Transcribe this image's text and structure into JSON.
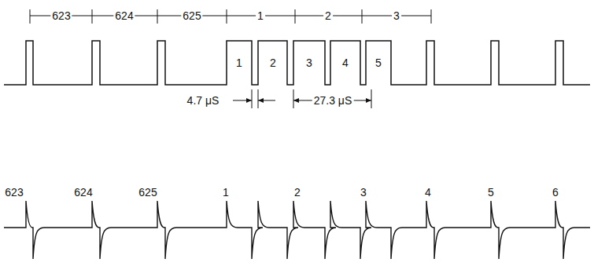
{
  "diagram": {
    "labels": [
      "623",
      "624",
      "625",
      "1",
      "2",
      "3",
      "1",
      "2",
      "3",
      "4",
      "5",
      "4.7 μS",
      "27.3 μS",
      "623",
      "624",
      "625",
      "1",
      "2",
      "3",
      "4",
      "5",
      "6"
    ]
  }
}
